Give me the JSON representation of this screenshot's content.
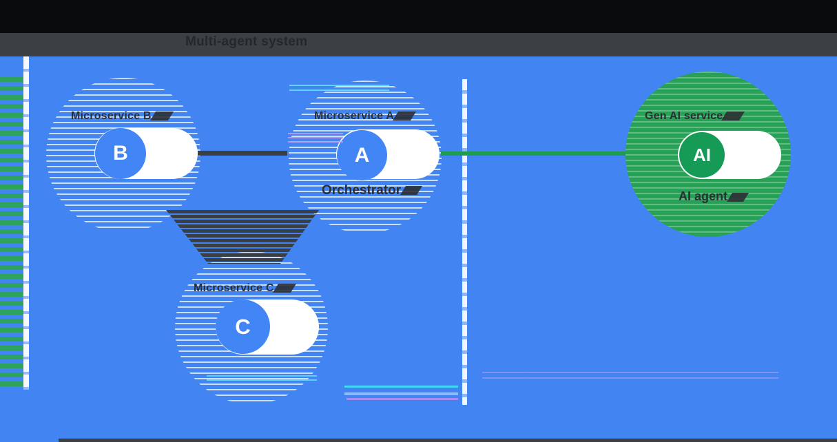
{
  "header": {
    "title": "Multi-agent system"
  },
  "nodes": {
    "b": {
      "label": "Microservice B",
      "badge": "B"
    },
    "a": {
      "label": "Microservice A",
      "badge": "A",
      "caption": "Orchestrator"
    },
    "c": {
      "label": "Microservice C",
      "badge": "C"
    },
    "ai": {
      "label": "Gen AI service",
      "badge": "AI",
      "caption": "AI agent"
    }
  },
  "connectors": [
    {
      "from": "B",
      "to": "A",
      "color": "#3B3F43"
    },
    {
      "from": "B",
      "to": "C",
      "color": "#3B3F43"
    },
    {
      "from": "A",
      "to": "C",
      "color": "#3B3F43"
    },
    {
      "from": "A",
      "to": "AI",
      "color": "#1E9C51"
    }
  ],
  "colors": {
    "background_blue": "#4384F3",
    "badge_blue": "#4285F4",
    "ai_green": "#27A155",
    "ai_badge_green": "#159B56",
    "bar_dark": "#3C4043",
    "text_dark": "#2B2F33",
    "accent_cyan": "#62E0FF",
    "accent_violet": "#BA9CF6"
  }
}
